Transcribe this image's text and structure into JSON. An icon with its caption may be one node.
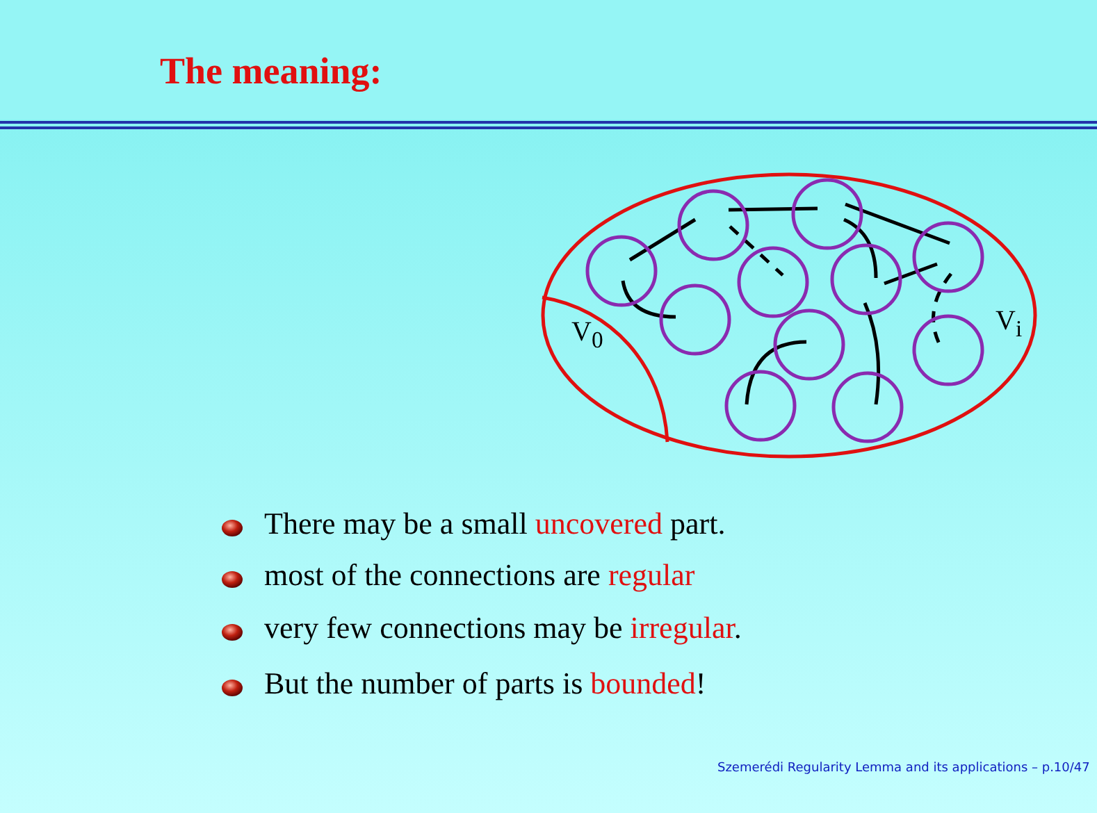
{
  "diagram": {
    "title": "The meaning:",
    "nodes": [
      {
        "text": [
          "V$_{i}$"
        ]
      },
      {
        "text": [
          "V$_{0}$"
        ],
        "in": 0
      },
      {
        "text": [],
        "shape": "circle",
        "in": 0
      },
      {
        "text": [],
        "shape": "circle",
        "in": 0
      },
      {
        "text": [],
        "shape": "circle",
        "in": 0
      },
      {
        "text": [],
        "shape": "circle",
        "in": 0
      },
      {
        "text": [],
        "shape": "circle",
        "in": 0
      },
      {
        "text": [],
        "shape": "circle",
        "in": 0
      },
      {
        "text": [],
        "shape": "circle",
        "in": 0
      },
      {
        "text": [],
        "shape": "circle",
        "in": 0
      },
      {
        "text": [],
        "shape": "circle",
        "in": 0
      },
      {
        "text": [],
        "shape": "circle",
        "in": 0
      },
      {
        "text": [],
        "shape": "circle",
        "in": 0
      }
    ],
    "edges": [
      {
        "from": 5,
        "to": 3,
        "arrow": "none"
      },
      {
        "from": 3,
        "to": 2,
        "arrow": "none"
      },
      {
        "from": 3,
        "to": 7,
        "arrow": "none",
        "style": "dashed"
      },
      {
        "from": 2,
        "to": 4,
        "arrow": "none"
      },
      {
        "from": 2,
        "to": 6,
        "arrow": "none"
      },
      {
        "from": 6,
        "to": 4,
        "arrow": "none"
      },
      {
        "from": 4,
        "to": 10,
        "arrow": "none",
        "style": "dashed"
      },
      {
        "from": 5,
        "to": 8,
        "arrow": "none"
      },
      {
        "from": 9,
        "to": 11,
        "arrow": "none"
      },
      {
        "from": 6,
        "to": 12,
        "arrow": "none"
      }
    ],
    "labels": [
      "There may be a small **uncovered** part.",
      "most of the connections are **regular**",
      "very few connections may be **irregular**.",
      "But the number of parts is **bounded**!",
      "Szemerédi Regularity Lemma and its applications – p.10/47"
    ]
  }
}
